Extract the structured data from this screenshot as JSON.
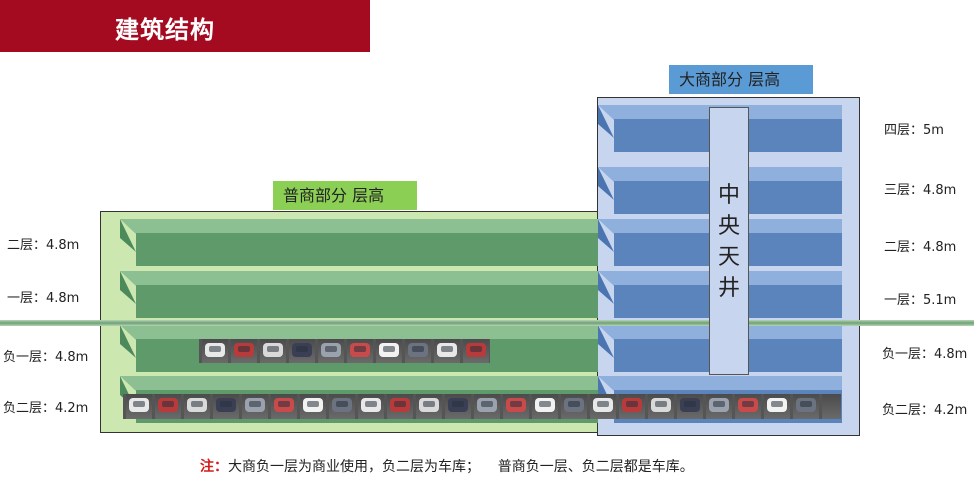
{
  "title": "建筑结构",
  "general_label": "普商部分 层高",
  "major_label": "大商部分 层高",
  "atrium_text": "中央天井",
  "left_levels": [
    {
      "label": "二层：4.8m"
    },
    {
      "label": "一层：4.8m"
    },
    {
      "label": "负一层：4.8m"
    },
    {
      "label": "负二层：4.2m"
    }
  ],
  "right_levels": [
    {
      "label": "四层：5m"
    },
    {
      "label": "三层：4.8m"
    },
    {
      "label": "二层：4.8m"
    },
    {
      "label": "一层：5.1m"
    },
    {
      "label": "负一层：4.8m"
    },
    {
      "label": "负二层：4.2m"
    }
  ],
  "note": {
    "prefix": "注：",
    "text": "大商负一层为商业使用，负二层为车库；    普商负一层、负二层都是车库。"
  },
  "colors": {
    "title_bg": "#a40a20",
    "general_accent": "#8ccf55",
    "major_accent": "#5b9bd5",
    "note_prefix": "#d41a1a"
  }
}
